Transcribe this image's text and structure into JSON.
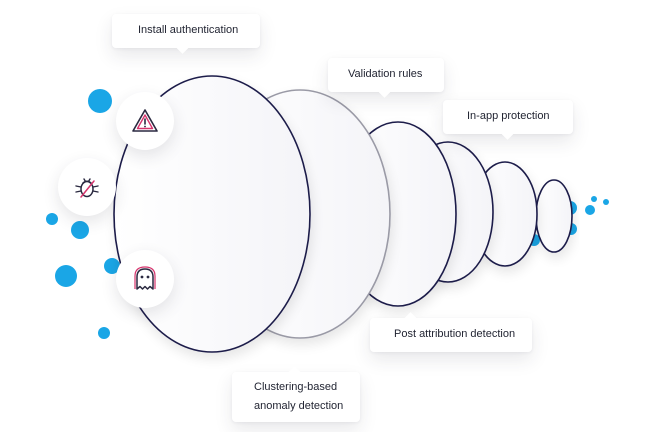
{
  "stages": [
    {
      "id": "install",
      "label": "Install authentication"
    },
    {
      "id": "validation",
      "label": "Validation rules"
    },
    {
      "id": "inapp",
      "label": "In-app protection"
    },
    {
      "id": "post",
      "label": "Post attribution detection"
    },
    {
      "id": "clustering",
      "label": "Clustering-based\nanomaly detection"
    }
  ],
  "threat_icons": [
    "warning-triangle-icon",
    "bug-icon",
    "ghost-icon"
  ],
  "colors": {
    "ring_stroke": "#1c1b4a",
    "ring_stroke_light": "#9a9aa6",
    "dot": "#1aa6e6",
    "icon_dark": "#2a2940",
    "icon_accent": "#d6336c",
    "text": "#1f2230"
  }
}
